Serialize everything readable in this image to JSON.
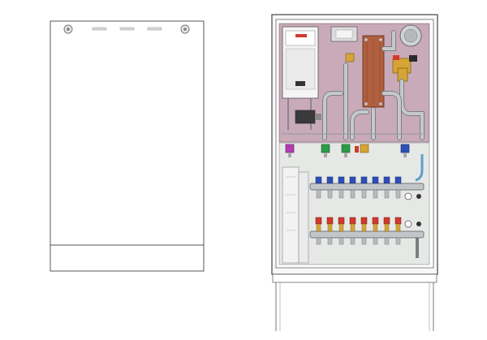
{
  "drawing": {
    "views": [
      {
        "name": "closed-cabinet-front",
        "description_visible": false
      },
      {
        "name": "open-cabinet-interior",
        "description_visible": false
      }
    ],
    "colors": {
      "outline": "#4a4a4a",
      "backplate": "#c9aab8",
      "lower_panel": "#e4e6e4",
      "pipe": "#b9bcbf",
      "pipe_dark": "#7b7f83",
      "heat_exchanger": "#b0603f",
      "brass": "#d6a437",
      "red_valve": "#d23a2b",
      "blue_valve": "#2e4fb8",
      "green_valve": "#2e9a47",
      "magenta_valve": "#b23bb0",
      "boiler_white": "#f4f4f4",
      "cabinet_frame": "#f7f7f7"
    },
    "icons": [
      "lock-icon",
      "lock-icon"
    ],
    "manifold_upper_loops": 8,
    "manifold_lower_loops": 8
  }
}
